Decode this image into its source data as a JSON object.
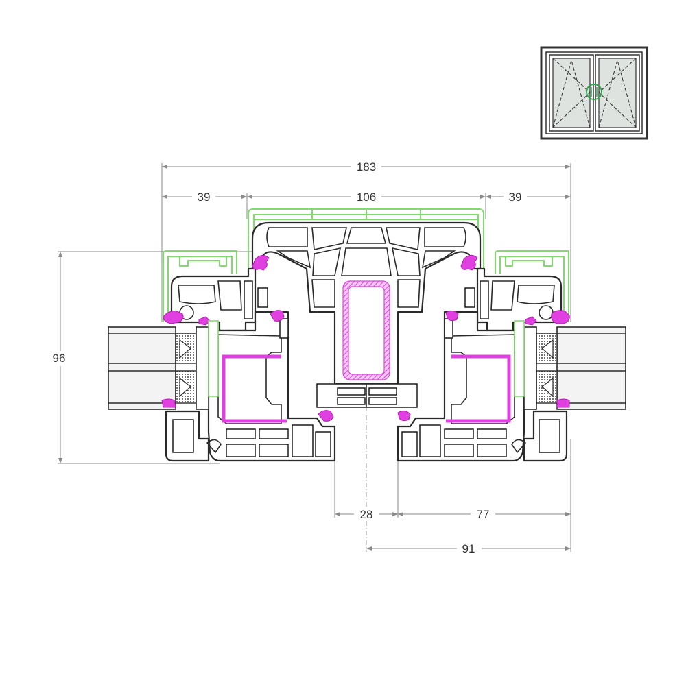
{
  "dimensions": {
    "total_width": "183",
    "left_frame": "39",
    "middle": "106",
    "right_frame": "39",
    "height": "96",
    "gap": "28",
    "sash_right": "77",
    "half_right": "91"
  },
  "colors": {
    "profile": "#2a2a2a",
    "reinforcement": "#e040e0",
    "outline_green": "#7fdc6a",
    "dimension": "#8a8a8a"
  },
  "thumbnail": {
    "icon": "double-casement-window-icon"
  }
}
